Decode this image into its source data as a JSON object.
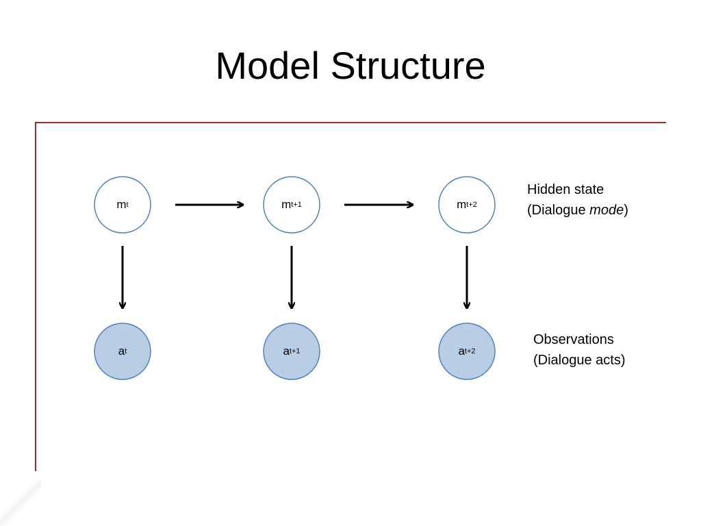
{
  "title": "Model Structure",
  "colors": {
    "frame": "#a52a2a",
    "hidden_fill": "#ffffff",
    "hidden_stroke": "#4f81bd",
    "observed_fill": "#b9cde5",
    "observed_stroke": "#4f81bd",
    "arrow": "#000000"
  },
  "hidden_nodes": [
    {
      "base": "m",
      "sub": "t"
    },
    {
      "base": "m",
      "sub": "t+1"
    },
    {
      "base": "m",
      "sub": "t+2"
    }
  ],
  "observed_nodes": [
    {
      "base": "a",
      "sub": "t"
    },
    {
      "base": "a",
      "sub": "t+1"
    },
    {
      "base": "a",
      "sub": "t+2"
    }
  ],
  "hidden_label": {
    "line1": "Hidden state",
    "line2_prefix": "(Dialogue ",
    "line2_emph": "mode",
    "line2_suffix": ")"
  },
  "observed_label": {
    "line1": "Observations",
    "line2": "(Dialogue acts)"
  }
}
